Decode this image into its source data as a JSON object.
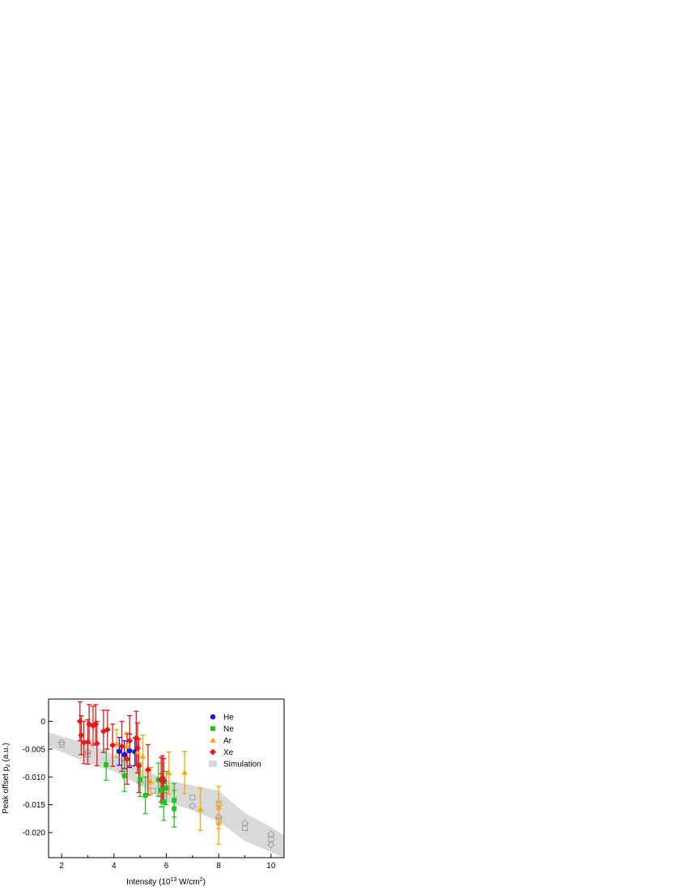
{
  "chart_data": {
    "type": "scatter",
    "xlabel_prefix": "Intensity (10",
    "xlabel_exp": "13",
    "xlabel_mid": " W/cm",
    "xlabel_sq": "2",
    "xlabel_suffix": ")",
    "ylabel_prefix": "Peak offset p",
    "ylabel_sub": "z",
    "ylabel_suffix": " (a.u.)",
    "xlim": [
      1.5,
      10.5
    ],
    "ylim": [
      -0.0245,
      0.004
    ],
    "xticks": [
      2,
      4,
      6,
      8,
      10
    ],
    "xtick_labels": [
      "2",
      "4",
      "6",
      "8",
      "10"
    ],
    "yticks": [
      0,
      -0.005,
      -0.01,
      -0.015,
      -0.02
    ],
    "ytick_labels": [
      "0",
      "-0.005",
      "-0.010",
      "-0.015",
      "-0.020"
    ],
    "grid": false,
    "legend_position": "top-right",
    "legend": [
      "He",
      "Ne",
      "Ar",
      "Xe",
      "Simulation"
    ],
    "colors": {
      "He": "#1a1ad6",
      "Ne": "#22c422",
      "Ar": "#ffa500",
      "Xe": "#e31a1a",
      "Simulation": "#d9d9d9",
      "sim_marker": "#999999"
    },
    "series": [
      {
        "name": "He",
        "marker": "circle",
        "points": [
          [
            4.2,
            -0.0054,
            0.0025
          ],
          [
            4.4,
            -0.006,
            0.0025
          ],
          [
            4.6,
            -0.0053,
            0.003
          ],
          [
            4.8,
            -0.0055,
            0.0025
          ]
        ]
      },
      {
        "name": "Ne",
        "marker": "square",
        "points": [
          [
            3.7,
            -0.0078,
            0.0028
          ],
          [
            4.4,
            -0.0098,
            0.0028
          ],
          [
            5.0,
            -0.0105,
            0.003
          ],
          [
            5.2,
            -0.0133,
            0.0033
          ],
          [
            5.7,
            -0.0105,
            0.003
          ],
          [
            5.8,
            -0.0124,
            0.003
          ],
          [
            5.9,
            -0.0145,
            0.0033
          ],
          [
            6.0,
            -0.012,
            0.003
          ],
          [
            6.3,
            -0.0142,
            0.003
          ],
          [
            6.3,
            -0.0157,
            0.0033
          ]
        ]
      },
      {
        "name": "Ar",
        "marker": "triangle",
        "points": [
          [
            4.1,
            -0.004,
            0.0025
          ],
          [
            4.5,
            -0.0045,
            0.0025
          ],
          [
            4.9,
            -0.0055,
            0.0025
          ],
          [
            5.1,
            -0.0063,
            0.0038
          ],
          [
            5.4,
            -0.0108,
            0.0025
          ],
          [
            6.1,
            -0.0093,
            0.0038
          ],
          [
            6.7,
            -0.0092,
            0.0038
          ],
          [
            7.3,
            -0.0158,
            0.0038
          ],
          [
            8.0,
            -0.0183,
            0.0038
          ],
          [
            8.0,
            -0.0155,
            0.0038
          ]
        ]
      },
      {
        "name": "Xe",
        "marker": "diamond",
        "points": [
          [
            2.7,
            0.0,
            0.0035
          ],
          [
            2.75,
            -0.0025,
            0.0035
          ],
          [
            2.85,
            -0.0038,
            0.0038
          ],
          [
            3.0,
            -0.0037,
            0.004
          ],
          [
            3.05,
            -0.0005,
            0.0035
          ],
          [
            3.2,
            -0.0008,
            0.0035
          ],
          [
            3.3,
            -0.0005,
            0.0035
          ],
          [
            3.35,
            -0.004,
            0.004
          ],
          [
            3.6,
            -0.0018,
            0.0038
          ],
          [
            3.75,
            -0.0015,
            0.0035
          ],
          [
            3.95,
            -0.0043,
            0.0038
          ],
          [
            4.3,
            -0.0045,
            0.0045
          ],
          [
            4.5,
            -0.0068,
            0.0045
          ],
          [
            4.6,
            -0.0035,
            0.0045
          ],
          [
            4.85,
            -0.003,
            0.0048
          ],
          [
            4.9,
            -0.0048,
            0.0045
          ],
          [
            4.95,
            -0.008,
            0.0048
          ],
          [
            5.3,
            -0.0087,
            0.0045
          ],
          [
            5.8,
            -0.0105,
            0.004
          ],
          [
            5.85,
            -0.0102,
            0.004
          ],
          [
            5.9,
            -0.0107,
            0.004
          ]
        ]
      },
      {
        "name": "Simulation",
        "marker": "open",
        "points": [
          [
            2.0,
            -0.0038
          ],
          [
            2.0,
            -0.0042
          ],
          [
            3.0,
            -0.0055
          ],
          [
            3.0,
            -0.006
          ],
          [
            5.0,
            -0.011
          ],
          [
            5.5,
            -0.0125
          ],
          [
            6.0,
            -0.0125
          ],
          [
            7.0,
            -0.0137
          ],
          [
            7.0,
            -0.0152
          ],
          [
            8.0,
            -0.0148
          ],
          [
            8.0,
            -0.0172
          ],
          [
            8.0,
            -0.0178
          ],
          [
            9.0,
            -0.0183
          ],
          [
            9.0,
            -0.0192
          ],
          [
            10.0,
            -0.0203
          ],
          [
            10.0,
            -0.0212
          ],
          [
            10.0,
            -0.0222
          ]
        ],
        "band_upper": [
          [
            1.5,
            -0.002
          ],
          [
            3.0,
            -0.004
          ],
          [
            4.0,
            -0.006
          ],
          [
            5.0,
            -0.0085
          ],
          [
            6.0,
            -0.0105
          ],
          [
            7.0,
            -0.0115
          ],
          [
            8.0,
            -0.0125
          ],
          [
            9.0,
            -0.0165
          ],
          [
            10.0,
            -0.019
          ],
          [
            10.5,
            -0.0205
          ]
        ],
        "band_lower": [
          [
            1.5,
            -0.0045
          ],
          [
            3.0,
            -0.0075
          ],
          [
            4.0,
            -0.009
          ],
          [
            5.0,
            -0.0115
          ],
          [
            6.0,
            -0.0145
          ],
          [
            7.0,
            -0.016
          ],
          [
            8.0,
            -0.018
          ],
          [
            9.0,
            -0.0215
          ],
          [
            10.0,
            -0.0235
          ],
          [
            10.5,
            -0.0245
          ]
        ]
      }
    ]
  }
}
